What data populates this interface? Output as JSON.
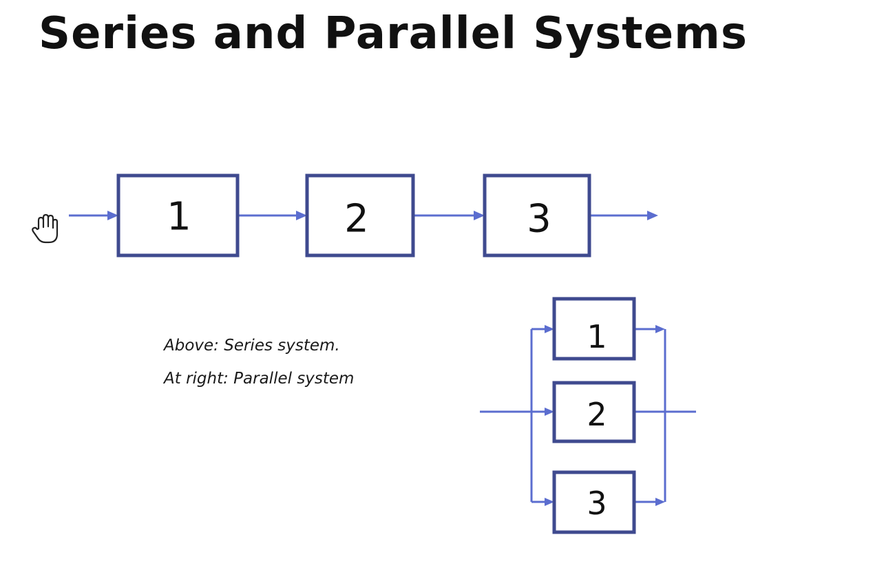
{
  "title": "Series and Parallel Systems",
  "series_system": {
    "blocks": [
      {
        "label": "1"
      },
      {
        "label": "2"
      },
      {
        "label": "3"
      }
    ]
  },
  "parallel_system": {
    "blocks": [
      {
        "label": "1"
      },
      {
        "label": "2"
      },
      {
        "label": "3"
      }
    ]
  },
  "caption": {
    "line1": "Above: Series system.",
    "line2": "At right: Parallel system"
  },
  "colors": {
    "block_border": "#3f4a8f",
    "wire": "#5b6dcf",
    "text": "#111111"
  },
  "icons": {
    "cursor": "hand-cursor-icon"
  }
}
